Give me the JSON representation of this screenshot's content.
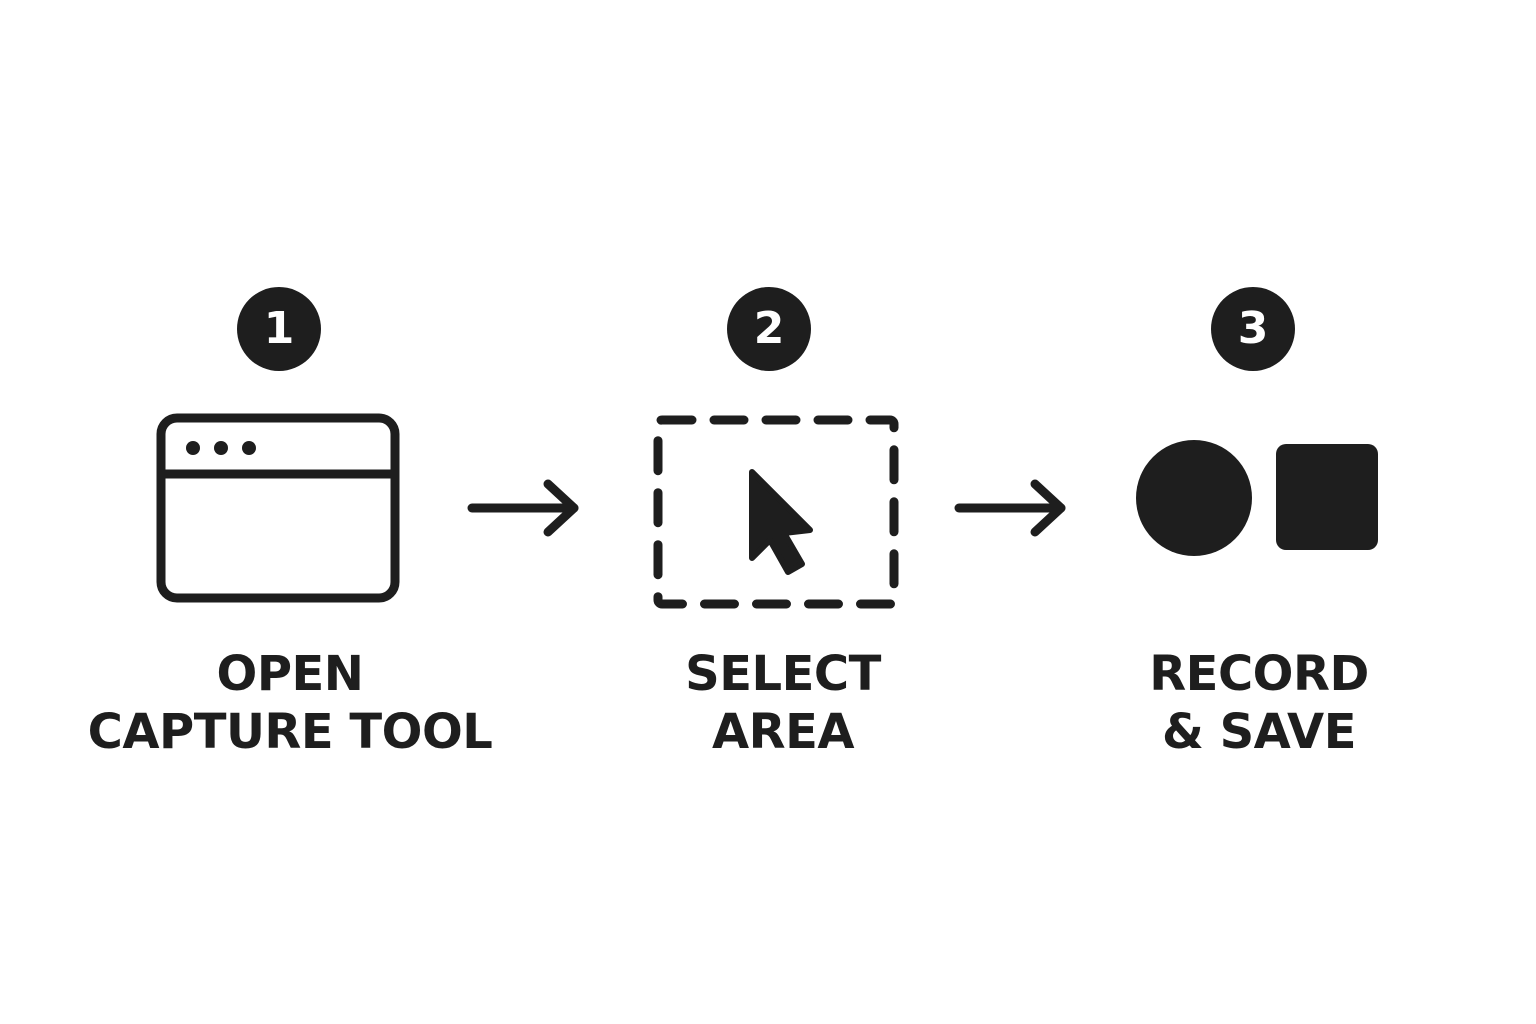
{
  "steps": [
    {
      "number": "1",
      "icon": "browser-window-icon",
      "label_line1": "OPEN",
      "label_line2": "CAPTURE TOOL"
    },
    {
      "number": "2",
      "icon": "dashed-selection-cursor-icon",
      "label_line1": "SELECT",
      "label_line2": "AREA"
    },
    {
      "number": "3",
      "icon": "record-stop-icon",
      "label_line1": "RECORD",
      "label_line2": "& SAVE"
    }
  ],
  "connectors": [
    "arrow-right-icon",
    "arrow-right-icon"
  ],
  "colors": {
    "foreground": "#1e1e1e",
    "background": "#ffffff"
  }
}
